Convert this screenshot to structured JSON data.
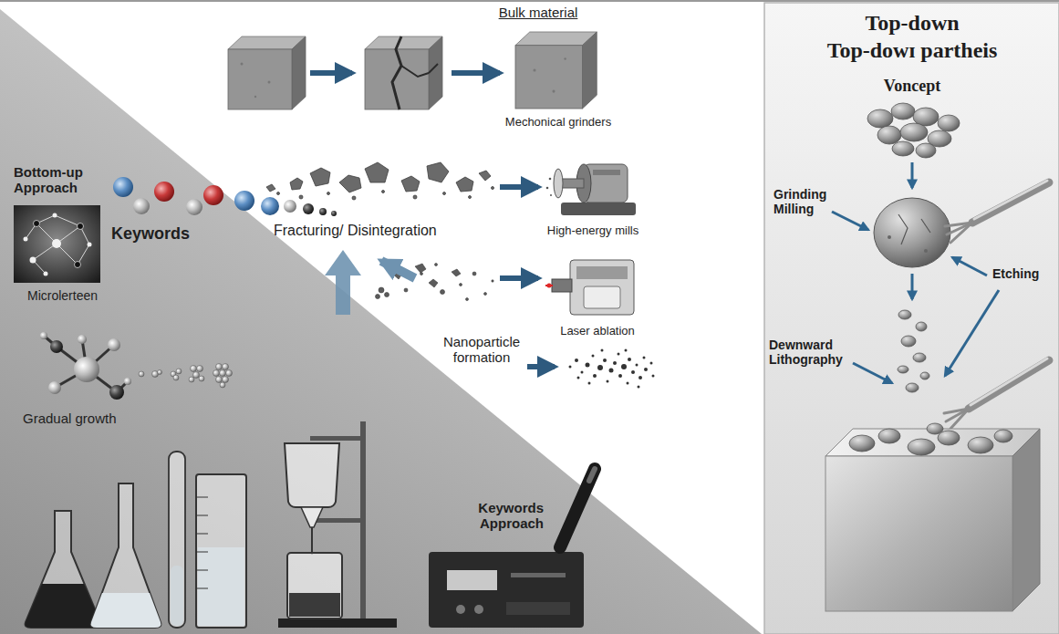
{
  "diagram": {
    "labels": [
      "Bulk material",
      "Mechonical grinders",
      "Fracturing/ Disintegration",
      "High-energy mills",
      "Laser ablation",
      "Nanoparticle formation",
      "Bottom-up Approach",
      "Keywords",
      "Microlerteen",
      "Gradual growth",
      "Keywords Approach",
      "Top-down",
      "Top-dowɪ partheis",
      "Voncept",
      "Grinding Milling",
      "Etching",
      "Dewnward Lithography"
    ]
  }
}
